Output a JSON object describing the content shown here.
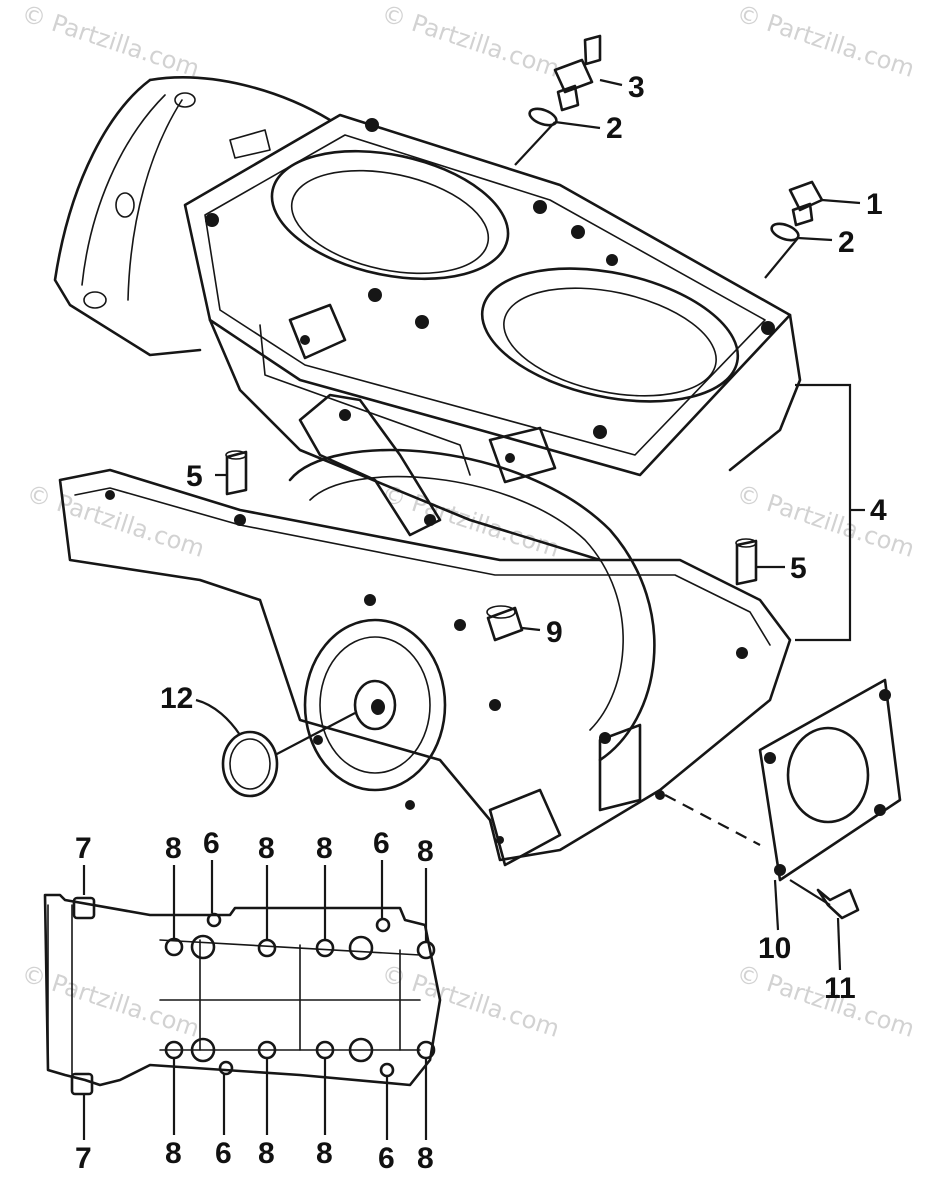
{
  "watermark": "© Partzilla.com",
  "callouts": {
    "c1": "1",
    "c2a": "2",
    "c2b": "2",
    "c3": "3",
    "c4": "4",
    "c5a": "5",
    "c5b": "5",
    "c6a": "6",
    "c6b": "6",
    "c6c": "6",
    "c6d": "6",
    "c7a": "7",
    "c7b": "7",
    "c8a": "8",
    "c8b": "8",
    "c8c": "8",
    "c8d": "8",
    "c8e": "8",
    "c8f": "8",
    "c8g": "8",
    "c8h": "8",
    "c9": "9",
    "c10": "10",
    "c11": "11",
    "c12": "12"
  }
}
